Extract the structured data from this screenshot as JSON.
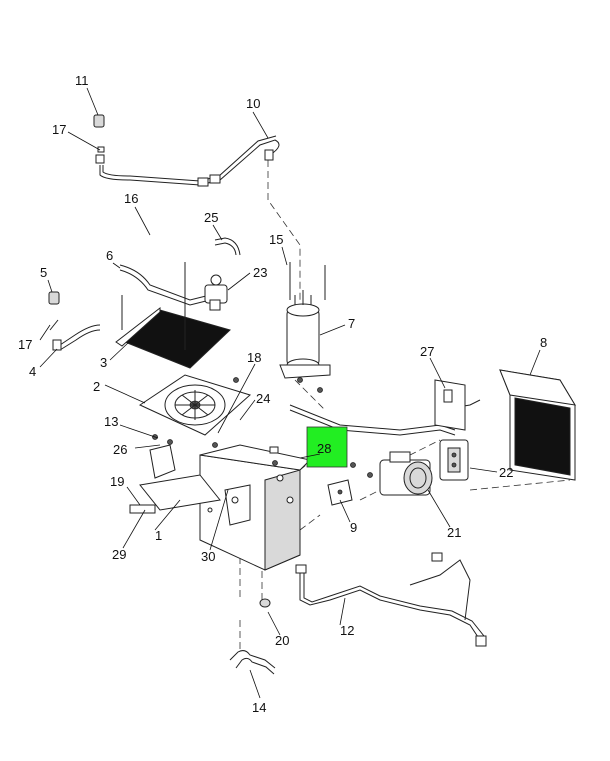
{
  "diagram": {
    "highlight_color": "#22ee22",
    "highlighted_callout": "28",
    "callouts": [
      "1",
      "2",
      "3",
      "4",
      "5",
      "6",
      "7",
      "8",
      "9",
      "10",
      "11",
      "12",
      "13",
      "14",
      "15",
      "16",
      "17",
      "17",
      "18",
      "19",
      "20",
      "21",
      "22",
      "23",
      "24",
      "25",
      "26",
      "27",
      "28",
      "29",
      "30"
    ]
  }
}
